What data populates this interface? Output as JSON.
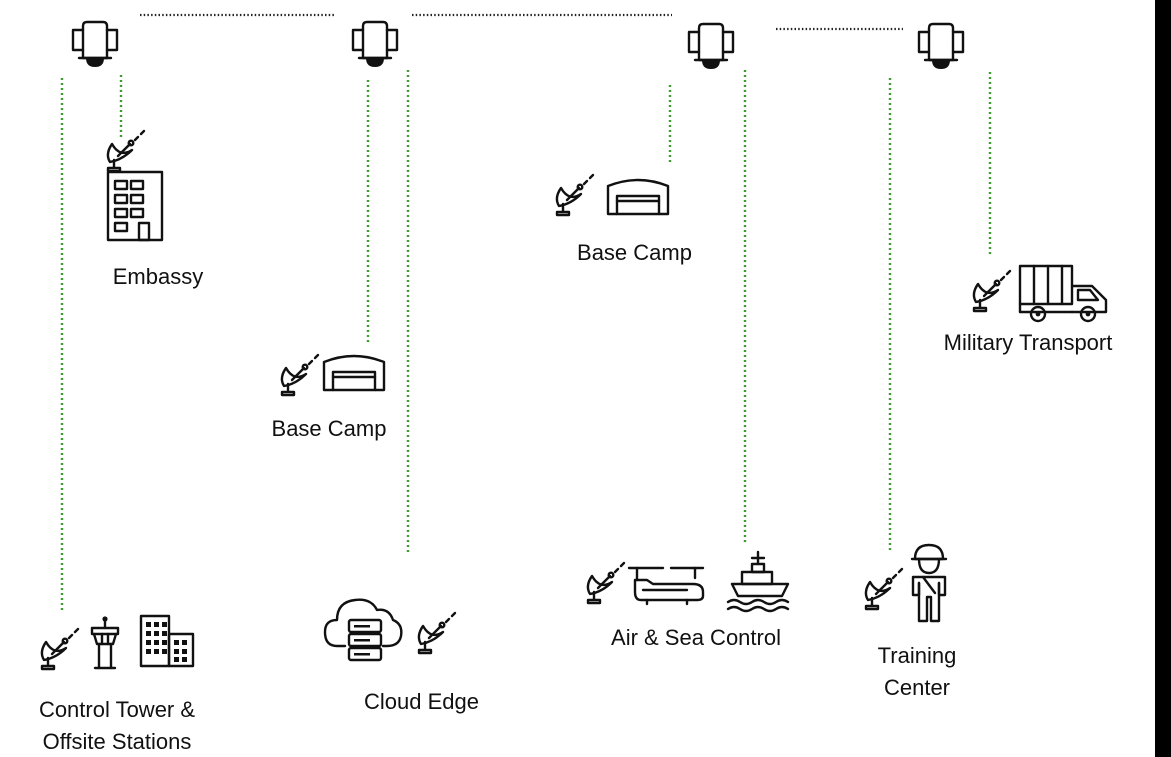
{
  "colors": {
    "link_green": "#3e9b2f",
    "backbone_line": "#222222",
    "icon": "#111111",
    "right_bar": "#000000"
  },
  "satellites": [
    {
      "icon": "satellite-icon"
    },
    {
      "icon": "satellite-icon"
    },
    {
      "icon": "satellite-icon"
    },
    {
      "icon": "satellite-icon"
    }
  ],
  "sites": {
    "embassy": {
      "label": "Embassy",
      "icons": [
        "satellite-dish-icon",
        "office-building-icon"
      ]
    },
    "base_camp_1": {
      "label": "Base Camp",
      "icons": [
        "satellite-dish-icon",
        "hangar-icon"
      ]
    },
    "base_camp_2": {
      "label": "Base Camp",
      "icons": [
        "satellite-dish-icon",
        "hangar-icon"
      ]
    },
    "military_transport": {
      "label": "Military Transport",
      "icons": [
        "satellite-dish-icon",
        "military-truck-icon"
      ]
    },
    "control_tower": {
      "label_line1": "Control Tower &",
      "label_line2": "Offsite Stations",
      "icons": [
        "satellite-dish-icon",
        "control-tower-icon",
        "buildings-icon"
      ]
    },
    "cloud_edge": {
      "label": "Cloud Edge",
      "icons": [
        "cloud-server-icon",
        "satellite-dish-icon"
      ]
    },
    "air_sea": {
      "label": "Air & Sea Control",
      "icons": [
        "satellite-dish-icon",
        "helicopter-icon",
        "ship-icon"
      ]
    },
    "training": {
      "label_line1": "Training",
      "label_line2": "Center",
      "icons": [
        "satellite-dish-icon",
        "soldier-icon"
      ]
    }
  }
}
